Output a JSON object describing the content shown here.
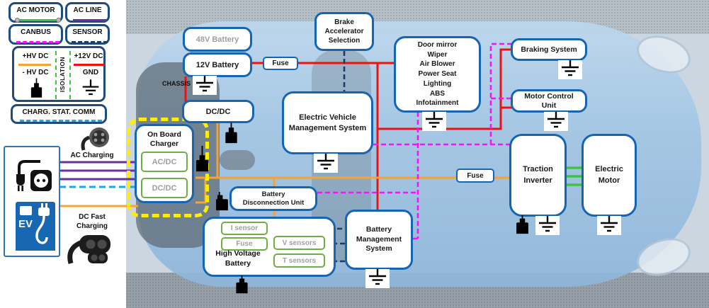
{
  "legend": {
    "ac_motor": "AC MOTOR",
    "ac_line": "AC LINE",
    "canbus": "CANBUS",
    "sensor": "SENSOR",
    "hv_dc_plus": "+HV DC",
    "hv_dc_minus": "- HV DC",
    "isolation": "ISOLATION",
    "dc_12v": "+12V DC",
    "gnd": "GND",
    "charg_stat_comm": "CHARG. STAT. COMM"
  },
  "charging": {
    "ac_label": "AC Charging",
    "dc_label": "DC Fast\nCharging",
    "ev_station_label": "EV"
  },
  "components": {
    "battery_48v": "48V Battery",
    "battery_12v": "12V Battery",
    "chassis": "CHASSIS",
    "fuse_12v": "Fuse",
    "brake_accelerator_selection": "Brake\nAccelerator\nSelection",
    "evms": "Electric Vehicle\nManagement System",
    "body_loads": "Door mirror\nWiper\nAir Blower\nPower Seat\nLighting\nABS\nInfotainment",
    "braking_system": "Braking System",
    "motor_control_unit": "Motor Control\nUnit",
    "dcdc_converter": "DC/DC",
    "on_board_charger": "On Board\nCharger",
    "obc_acdc": "AC/DC",
    "obc_dcdc": "DC/DC",
    "battery_disconnection_unit": "Battery\nDisconnection Unit",
    "hv_fuse_line": "Fuse",
    "high_voltage_battery": "High Voltage\nBattery",
    "i_sensor": "I sensor",
    "hv_fuse": "Fuse",
    "v_sensors": "V sensors",
    "t_sensors": "T sensors",
    "bms": "Battery\nManagement\nSystem",
    "traction_inverter": "Traction\nInverter",
    "electric_motor": "Electric\nMotor"
  },
  "colors": {
    "c-red": "#ee1111",
    "c-orange": "#f7a233",
    "c-purple": "#6b2f9e",
    "c-magenta": "#f715f7",
    "c-navy": "#1e3a66",
    "c-cyan": "#19a7ee",
    "c-green": "#3ec43e",
    "c-green2": "#6fae44",
    "c-box": "#1565b0",
    "c-lbox": "#1f4b7d",
    "c-yellow": "#ffee00"
  }
}
